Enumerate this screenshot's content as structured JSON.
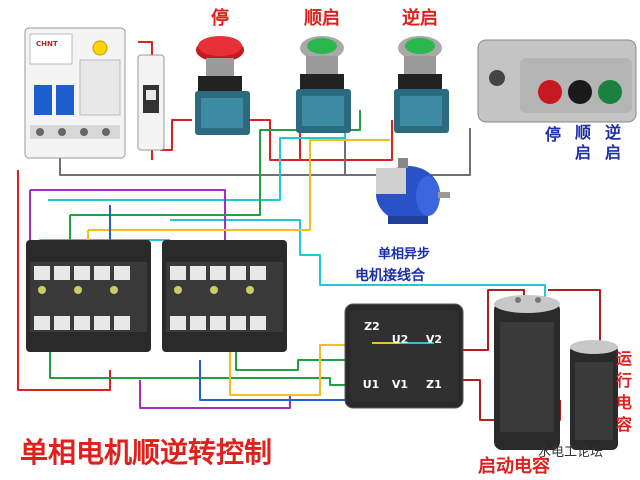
{
  "labels": {
    "stop": "停",
    "forward_start": "顺启",
    "reverse_start": "逆启",
    "button_box": [
      "停",
      "顺",
      "逆",
      "启",
      "启"
    ],
    "motor_name": "单相异步",
    "motor_wiring": "电机接线合",
    "run_capacitor": [
      "运",
      "行",
      "电",
      "容"
    ],
    "start_capacitor": "启动电容",
    "title": "单相电机顺逆转控制",
    "watermark": "水电工论坛"
  },
  "terminals": [
    "Z2",
    "U2",
    "V2",
    "U1",
    "V1",
    "Z1"
  ],
  "colors": {
    "stop_button": "#d8202a",
    "start_button": "#25b34a",
    "title_red": "#e0201c",
    "label_blue": "#1a2fa8",
    "motor_blue": "#2a52c8",
    "wire_red": "#e02020",
    "wire_green": "#20a040",
    "wire_cyan": "#20c8d8",
    "wire_purple": "#a030c0",
    "wire_yellow": "#f0c020",
    "wire_gray": "#707070"
  }
}
